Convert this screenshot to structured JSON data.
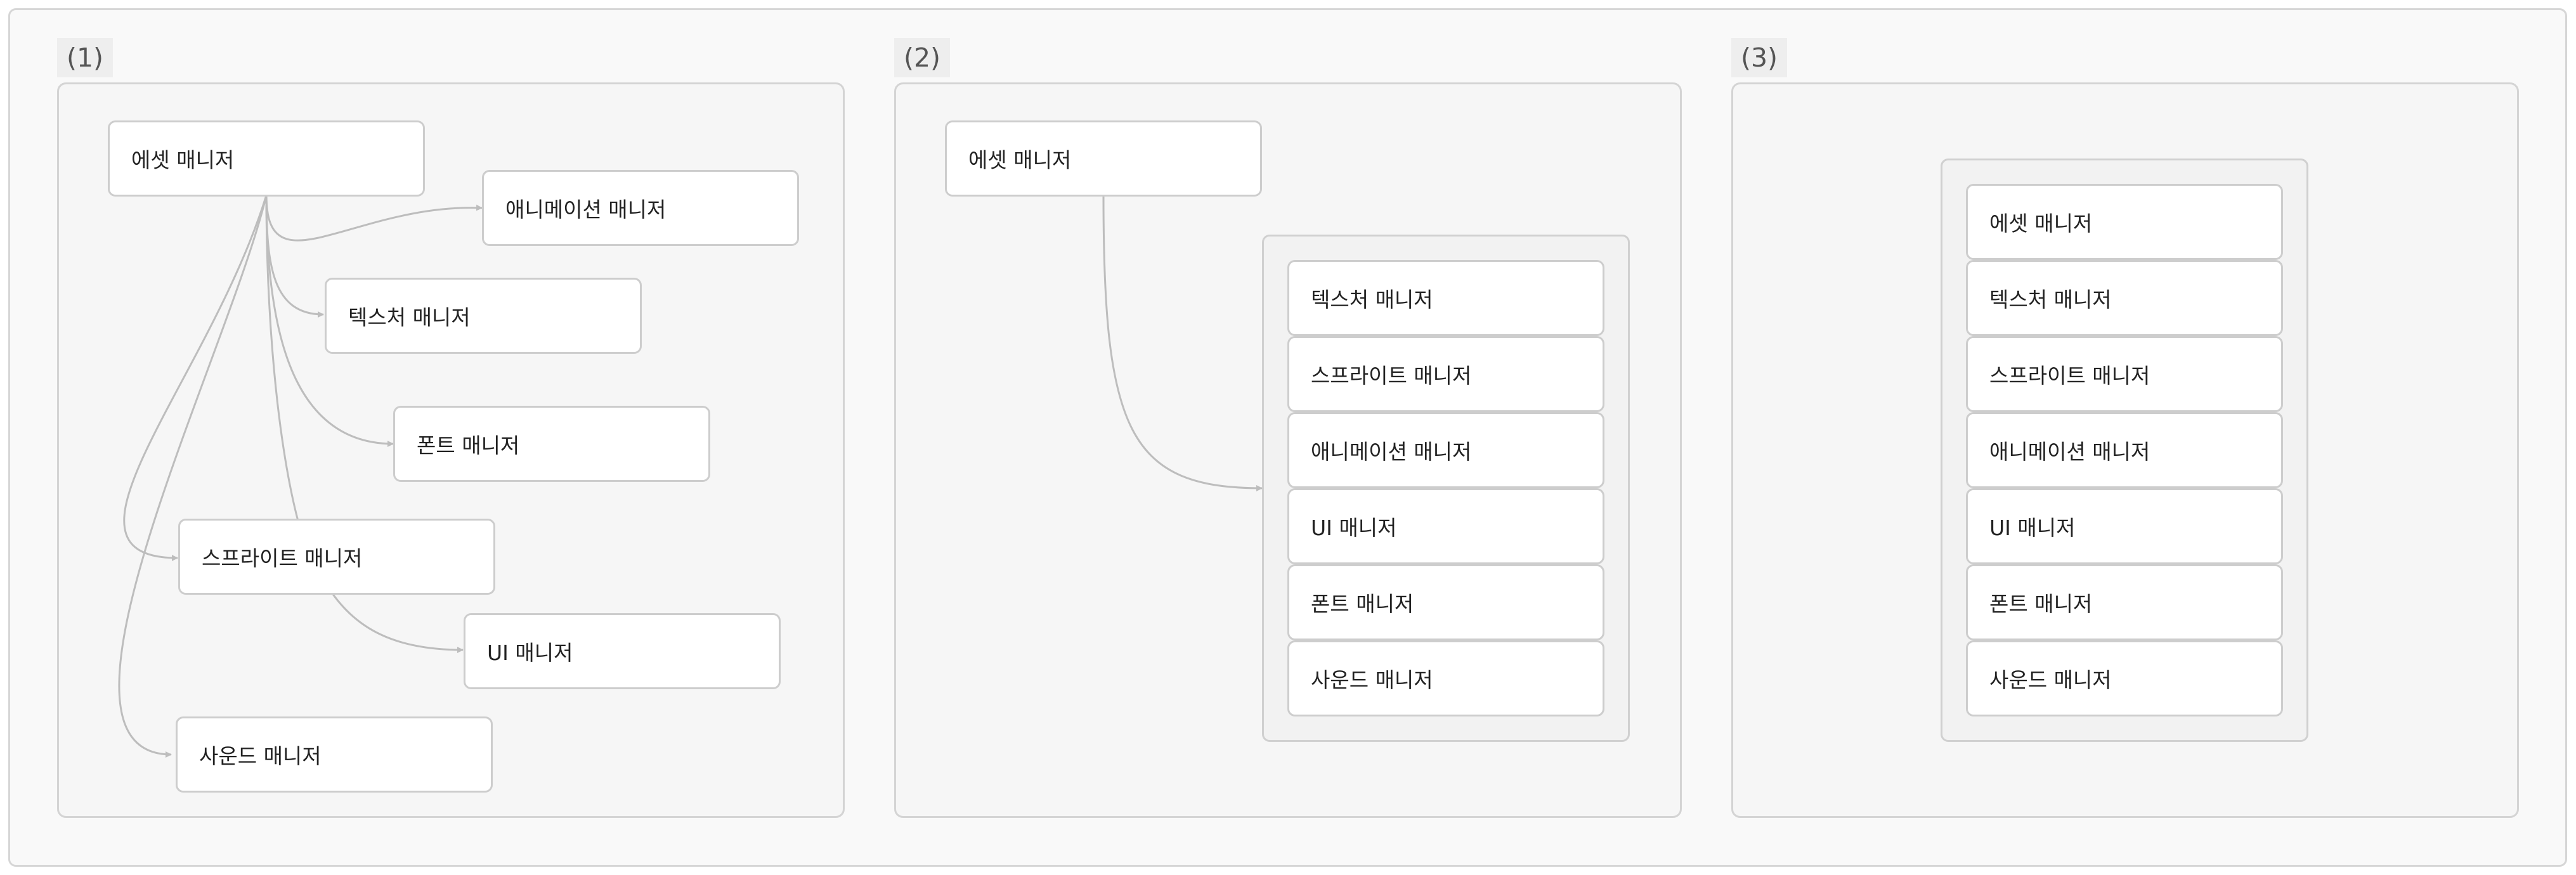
{
  "panels": [
    {
      "label": "(1)",
      "nodes": {
        "asset": "에셋 매니저",
        "animation": "애니메이션 매니저",
        "texture": "텍스처 매니저",
        "font": "폰트 매니저",
        "sprite": "스프라이트 매니저",
        "ui": "UI 매니저",
        "sound": "사운드 매니저"
      }
    },
    {
      "label": "(2)",
      "nodes": {
        "asset": "에셋 매니저",
        "group": [
          "텍스처 매니저",
          "스프라이트 매니저",
          "애니메이션 매니저",
          "UI 매니저",
          "폰트 매니저",
          "사운드 매니저"
        ]
      }
    },
    {
      "label": "(3)",
      "nodes": {
        "group": [
          "에셋 매니저",
          "텍스처 매니저",
          "스프라이트 매니저",
          "애니메이션 매니저",
          "UI 매니저",
          "폰트 매니저",
          "사운드 매니저"
        ]
      }
    }
  ],
  "colors": {
    "edge": "#bdbdbd",
    "node_border": "#cdcdcd",
    "panel_bg": "#f6f6f6"
  }
}
